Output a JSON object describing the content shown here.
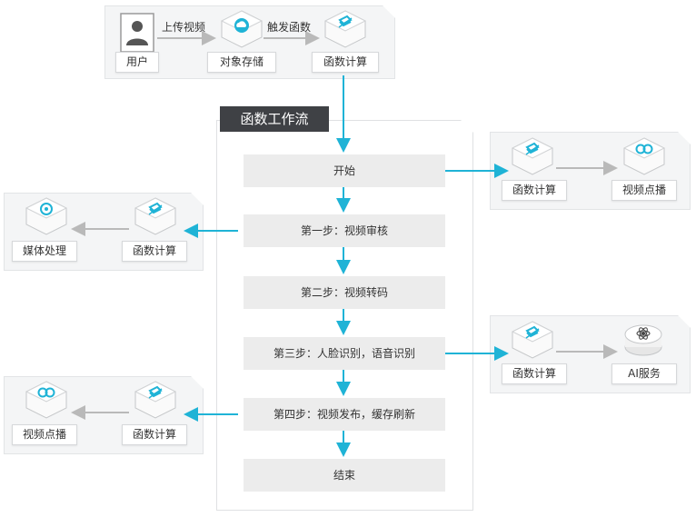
{
  "colors": {
    "accent": "#1fb3d6",
    "gray_arrow": "#b9b9b9",
    "title_bg": "#3f4145"
  },
  "top": {
    "user": "用户",
    "edge_upload": "上传视频",
    "oss": "对象存储",
    "edge_trigger": "触发函数",
    "fc": "函数计算"
  },
  "workflow": {
    "title": "函数工作流",
    "steps": [
      "开始",
      "第一步：视频审核",
      "第二步：视频转码",
      "第三步：人脸识别，语音识别",
      "第四步：视频发布，缓存刷新",
      "结束"
    ]
  },
  "right1": {
    "fc": "函数计算",
    "target": "视频点播"
  },
  "right2": {
    "fc": "函数计算",
    "target": "AI服务"
  },
  "left1": {
    "target": "媒体处理",
    "fc": "函数计算"
  },
  "left2": {
    "target": "视频点播",
    "fc": "函数计算"
  },
  "icons": {
    "user": "user-icon",
    "oss": "cloud-storage-icon",
    "fc": "function-compute-icon",
    "vod": "video-on-demand-icon",
    "mps": "media-processing-icon",
    "ai": "ai-service-icon"
  }
}
